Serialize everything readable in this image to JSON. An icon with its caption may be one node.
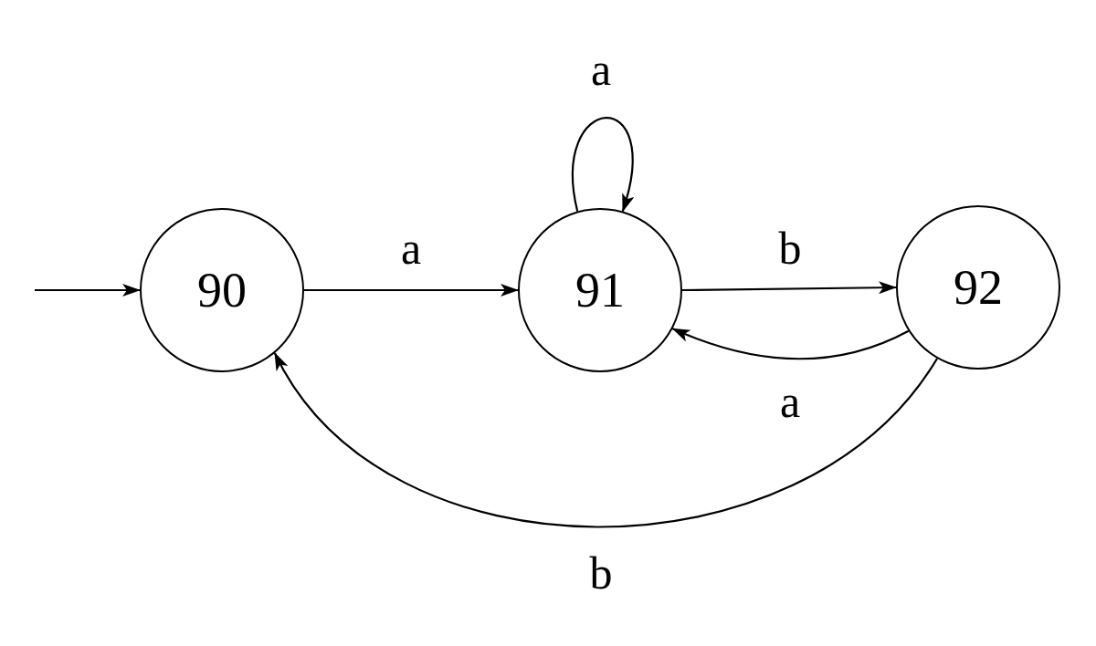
{
  "diagram": {
    "nodes": [
      {
        "text": [
          "90"
        ]
      },
      {
        "text": [
          "91"
        ]
      },
      {
        "text": [
          "92"
        ]
      }
    ],
    "edges": [
      {
        "from": null,
        "to": 0,
        "arrow": "to"
      },
      {
        "from": 0,
        "to": 1,
        "arrow": "to",
        "label": "a"
      },
      {
        "from": 1,
        "to": 1,
        "arrow": "to",
        "label": "a"
      },
      {
        "from": 1,
        "to": 2,
        "arrow": "to",
        "label": "b"
      },
      {
        "from": 2,
        "to": 1,
        "arrow": "to",
        "label": "a"
      },
      {
        "from": 2,
        "to": 0,
        "arrow": "to",
        "label": "b"
      }
    ]
  }
}
